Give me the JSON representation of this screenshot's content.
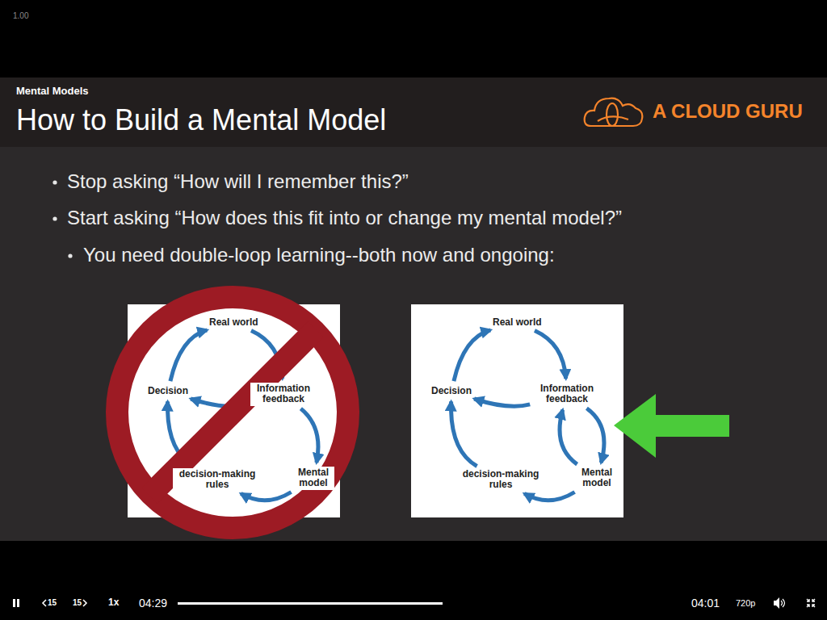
{
  "diagram": {
    "title": "How to Build a Mental Model",
    "nodes": [
      {
        "text": [
          "Real world"
        ]
      },
      {
        "text": [
          "Information feedback"
        ]
      },
      {
        "text": [
          "Mental model"
        ]
      },
      {
        "text": [
          "decision-making rules"
        ]
      },
      {
        "text": [
          "Decision"
        ]
      },
      {
        "text": [
          "Real world"
        ]
      },
      {
        "text": [
          "Information feedback"
        ]
      },
      {
        "text": [
          "Mental model"
        ]
      },
      {
        "text": [
          "decision-making rules"
        ]
      },
      {
        "text": [
          "Decision"
        ]
      }
    ],
    "edges": [
      {
        "from": 0,
        "to": 1,
        "arrow": "to"
      },
      {
        "from": 1,
        "to": 2,
        "arrow": "to"
      },
      {
        "from": 2,
        "to": 3,
        "arrow": "to"
      },
      {
        "from": 3,
        "to": 4,
        "arrow": "to"
      },
      {
        "from": 4,
        "to": 0,
        "arrow": "to"
      },
      {
        "from": 1,
        "to": 4,
        "arrow": "to"
      },
      {
        "from": 5,
        "to": 6,
        "arrow": "to"
      },
      {
        "from": 6,
        "to": 7,
        "arrow": "to"
      },
      {
        "from": 7,
        "to": 6,
        "arrow": "to"
      },
      {
        "from": 7,
        "to": 8,
        "arrow": "to"
      },
      {
        "from": 8,
        "to": 9,
        "arrow": "to"
      },
      {
        "from": 9,
        "to": 5,
        "arrow": "to"
      },
      {
        "from": 6,
        "to": 9,
        "arrow": "to"
      }
    ],
    "labels": [
      "1.00",
      "Mental Models",
      "A CLOUD GURU",
      "Stop asking “How will I remember this?”",
      "Start asking “How does this fit into or change my mental model?”",
      "You need double-loop learning--both now and ongoing:",
      "15",
      "15",
      "1x",
      "04:29",
      "04:01",
      "720p"
    ]
  }
}
